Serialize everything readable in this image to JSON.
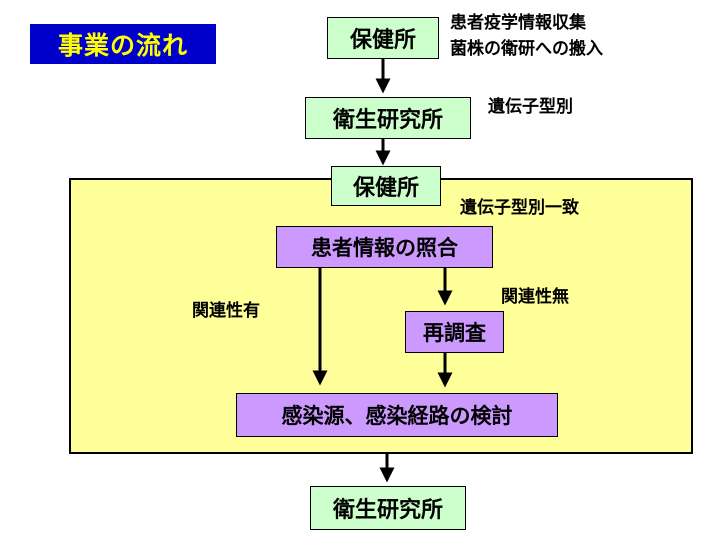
{
  "title": "事業の流れ",
  "nodes": {
    "hokenjo_top": "保健所",
    "eiken_top": "衛生研究所",
    "hokenjo_mid": "保健所",
    "patient_match": "患者情報の照合",
    "reinvestigate": "再調査",
    "source_route": "感染源、感染経路の検討",
    "eiken_bottom": "衛生研究所"
  },
  "notes": {
    "epi_collect": "患者疫学情報収集",
    "strain_delivery": "菌株の衛研への搬入",
    "genotyping": "遺伝子型別",
    "genotype_match": "遺伝子型別一致",
    "related_yes": "関連性有",
    "related_no": "関連性無"
  }
}
